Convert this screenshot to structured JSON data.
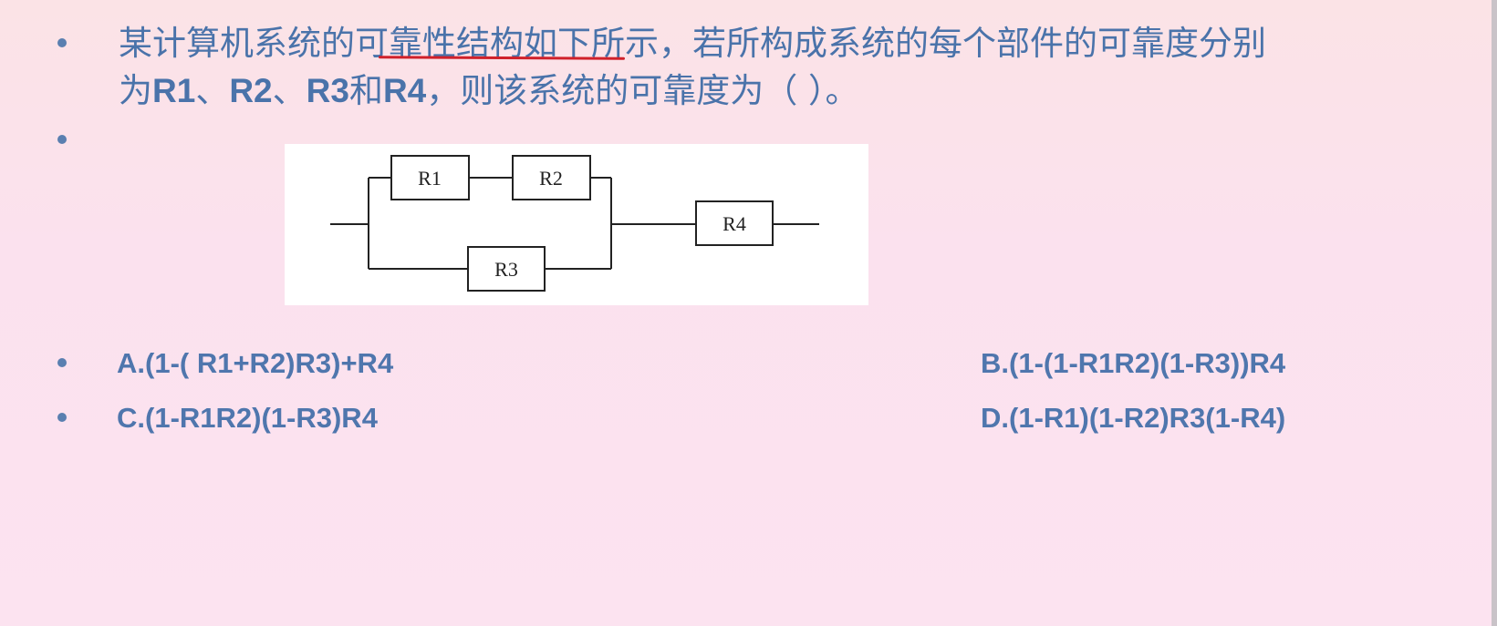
{
  "question": {
    "line1_pre": "某计算机系统的",
    "line1_underlined": "可靠性结构如",
    "line1_post": "下所示，若所构成系统的每个部件的可靠度分别",
    "line2_pre": "为",
    "r1": "R1",
    "sep1": "、",
    "r2": "R2",
    "sep2": "、",
    "r3": "R3",
    "and": "和",
    "r4": "R4",
    "line2_post": "，则该系统的可靠度为（  ）。"
  },
  "diagram": {
    "labels": [
      "R1",
      "R2",
      "R3",
      "R4"
    ]
  },
  "options": {
    "a": "A.(1-( R1+R2)R3)+R4",
    "b": "B.(1-(1-R1R2)(1-R3))R4",
    "c": "C.(1-R1R2)(1-R3)R4",
    "d": "D.(1-R1)(1-R2)R3(1-R4)"
  },
  "colors": {
    "text": "#4a73aa",
    "underline": "#d0202a",
    "background": "#fbe1ee"
  }
}
